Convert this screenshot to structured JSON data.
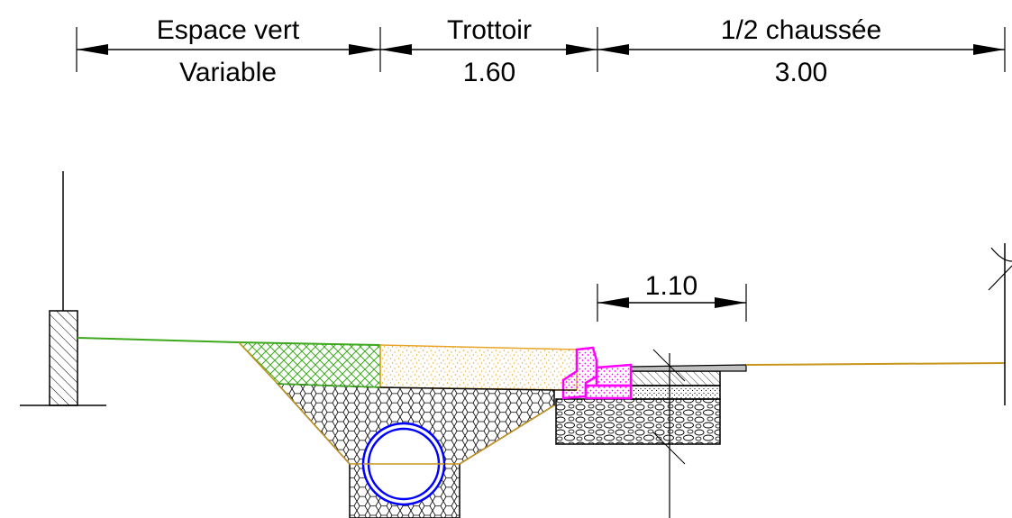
{
  "dimensions": {
    "espace_vert": {
      "name": "Espace vert",
      "value": "Variable"
    },
    "trottoir": {
      "name": "Trottoir",
      "value": "1.60"
    },
    "demi_chaussee": {
      "name": "1/2 chaussée",
      "value": "3.00"
    },
    "bordure_offset": {
      "value": "1.10"
    }
  },
  "colors": {
    "line": "#000000",
    "grass": "#4caf28",
    "soil": "#c8961e",
    "sand": "#f0b43c",
    "curb": "#ff00ff",
    "pipe": "#0000ff"
  }
}
